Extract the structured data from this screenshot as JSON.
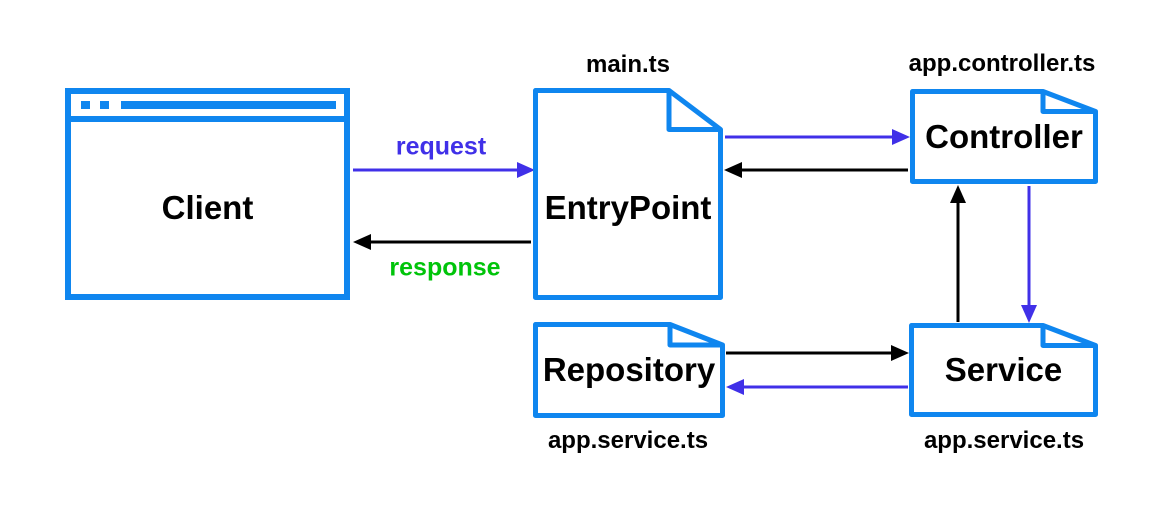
{
  "colors": {
    "node_border": "#0f86ef",
    "arrow_blue": "#4030e8",
    "arrow_black": "#000000",
    "label_green": "#00c40a",
    "text": "#000000"
  },
  "nodes": {
    "client": {
      "label": "Client",
      "type": "browser-window"
    },
    "entrypoint": {
      "label": "EntryPoint",
      "file_label": "main.ts",
      "type": "note"
    },
    "controller": {
      "label": "Controller",
      "file_label": "app.controller.ts",
      "type": "note"
    },
    "service": {
      "label": "Service",
      "file_label": "app.service.ts",
      "type": "note"
    },
    "repository": {
      "label": "Repository",
      "file_label": "app.service.ts",
      "type": "note"
    }
  },
  "edges": [
    {
      "id": "request",
      "from": "client",
      "to": "entrypoint",
      "label": "request",
      "color": "blue"
    },
    {
      "id": "response",
      "from": "entrypoint",
      "to": "client",
      "label": "response",
      "color": "black"
    },
    {
      "id": "entrypoint-to-controller",
      "from": "entrypoint",
      "to": "controller",
      "label": "",
      "color": "blue"
    },
    {
      "id": "controller-to-entrypoint",
      "from": "controller",
      "to": "entrypoint",
      "label": "",
      "color": "black"
    },
    {
      "id": "service-to-controller",
      "from": "service",
      "to": "controller",
      "label": "",
      "color": "black"
    },
    {
      "id": "controller-to-service",
      "from": "controller",
      "to": "service",
      "label": "",
      "color": "blue"
    },
    {
      "id": "repository-to-service",
      "from": "repository",
      "to": "service",
      "label": "",
      "color": "black"
    },
    {
      "id": "service-to-repository",
      "from": "service",
      "to": "repository",
      "label": "",
      "color": "blue"
    }
  ]
}
